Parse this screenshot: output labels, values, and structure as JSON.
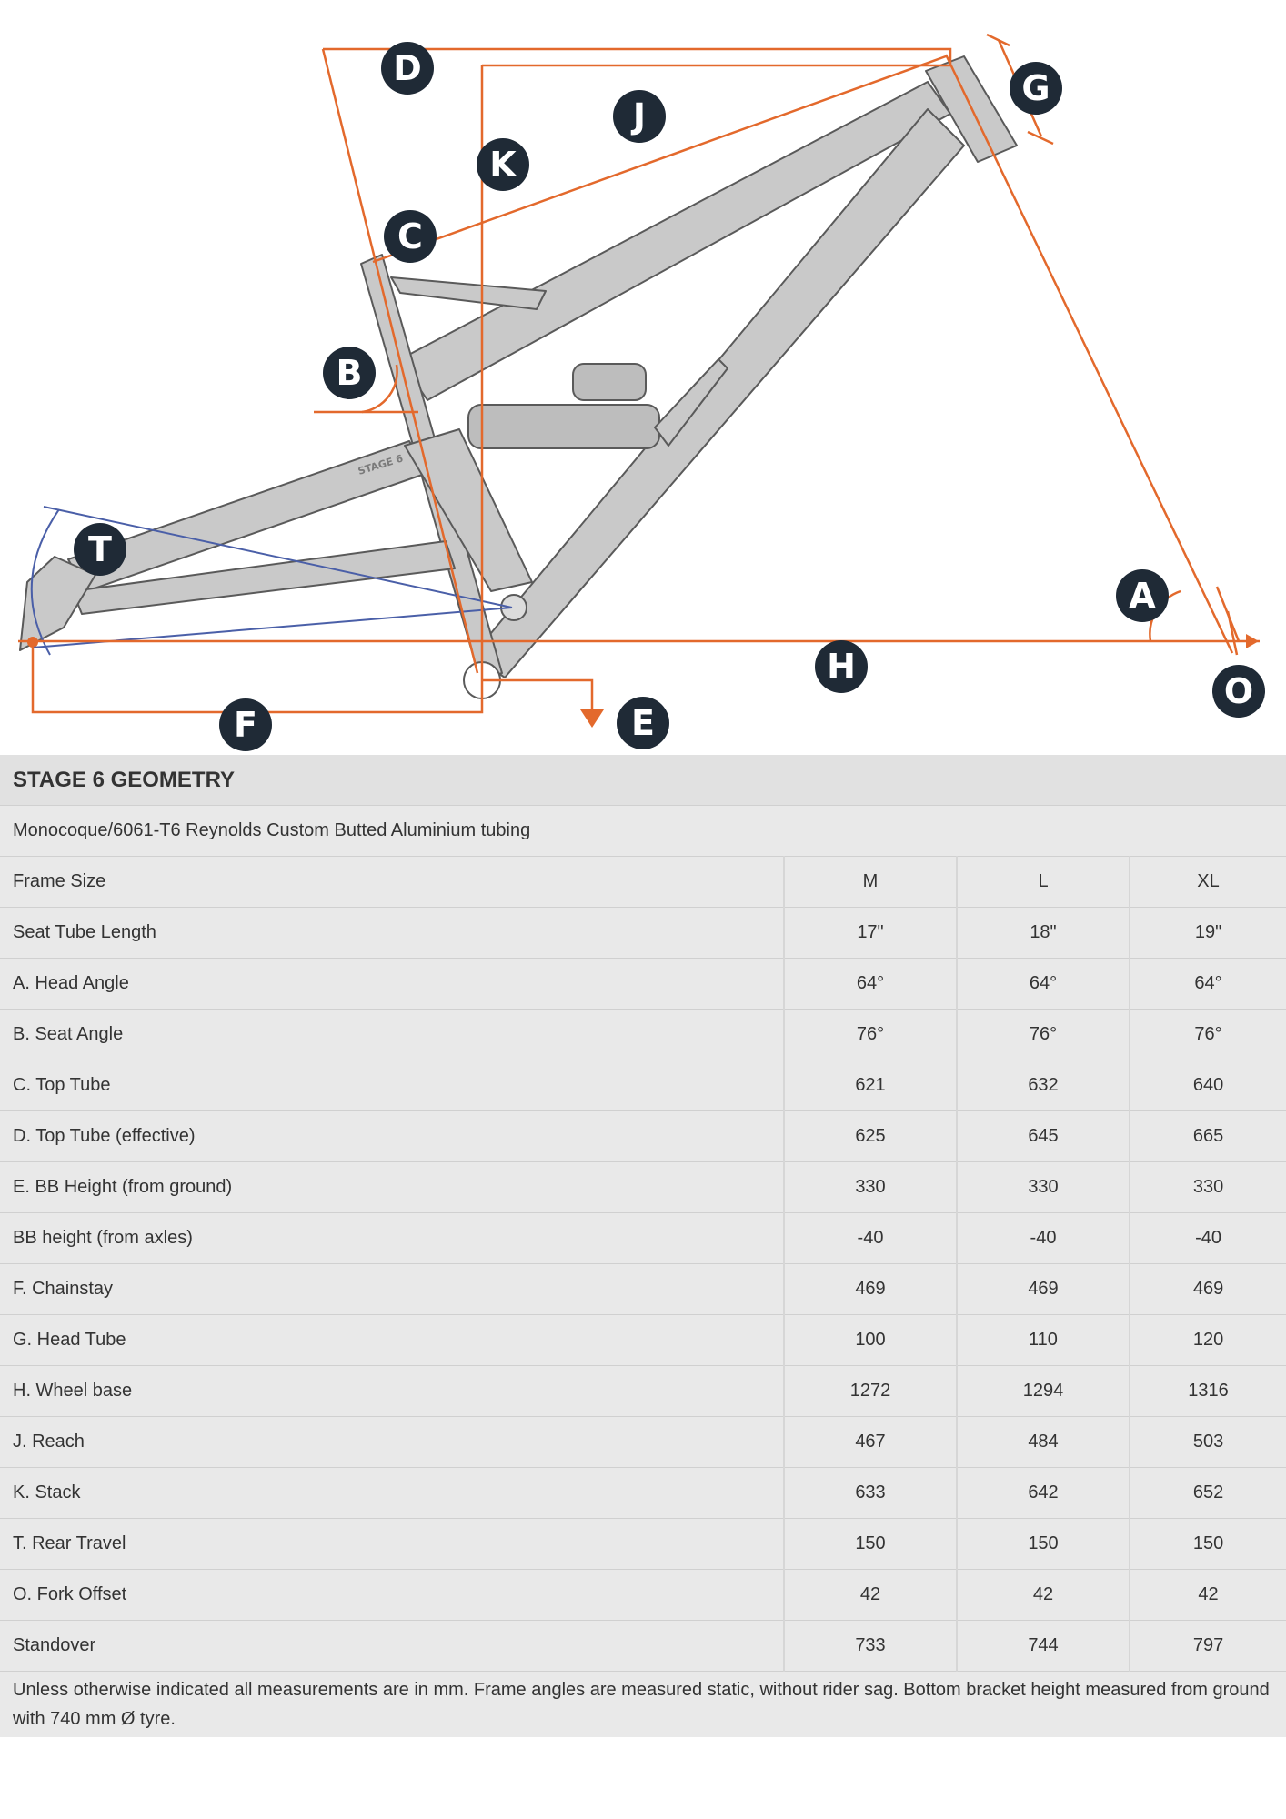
{
  "diagram": {
    "markers": [
      "D",
      "G",
      "J",
      "K",
      "C",
      "B",
      "T",
      "A",
      "H",
      "O",
      "F",
      "E"
    ],
    "frame_logo_text": "STAGE 6",
    "colors": {
      "measure_line": "#e3692c",
      "travel_line": "#4a5fa8",
      "marker_fill": "#1f2a36",
      "frame_fill": "#c9c9c9",
      "frame_stroke": "#5a5a5a"
    }
  },
  "table": {
    "title": "STAGE 6 GEOMETRY",
    "material": "Monocoque/6061-T6 Reynolds Custom Butted Aluminium tubing",
    "header": {
      "label": "Frame Size",
      "sizes": [
        "M",
        "L",
        "XL"
      ]
    },
    "rows": [
      {
        "label": "Seat Tube Length",
        "values": [
          "17\"",
          "18\"",
          "19\""
        ]
      },
      {
        "label": "A. Head Angle",
        "values": [
          "64°",
          "64°",
          "64°"
        ]
      },
      {
        "label": "B. Seat Angle",
        "values": [
          "76°",
          "76°",
          "76°"
        ]
      },
      {
        "label": "C. Top Tube",
        "values": [
          "621",
          "632",
          "640"
        ]
      },
      {
        "label": "D. Top Tube (effective)",
        "values": [
          "625",
          "645",
          "665"
        ]
      },
      {
        "label": "E. BB Height (from ground)",
        "values": [
          "330",
          "330",
          "330"
        ]
      },
      {
        "label": "BB height (from axles)",
        "values": [
          "-40",
          "-40",
          "-40"
        ]
      },
      {
        "label": "F. Chainstay",
        "values": [
          "469",
          "469",
          "469"
        ]
      },
      {
        "label": "G. Head Tube",
        "values": [
          "100",
          "110",
          "120"
        ]
      },
      {
        "label": "H. Wheel base",
        "values": [
          "1272",
          "1294",
          "1316"
        ]
      },
      {
        "label": "J. Reach",
        "values": [
          "467",
          "484",
          "503"
        ]
      },
      {
        "label": "K. Stack",
        "values": [
          "633",
          "642",
          "652"
        ]
      },
      {
        "label": "T. Rear Travel",
        "values": [
          "150",
          "150",
          "150"
        ]
      },
      {
        "label": "O. Fork Offset",
        "values": [
          "42",
          "42",
          "42"
        ]
      },
      {
        "label": "Standover",
        "values": [
          "733",
          "744",
          "797"
        ]
      }
    ],
    "note": "Unless otherwise indicated all measurements are in mm. Frame angles are measured static, without rider sag. Bottom bracket height measured from ground with 740 mm Ø tyre."
  }
}
